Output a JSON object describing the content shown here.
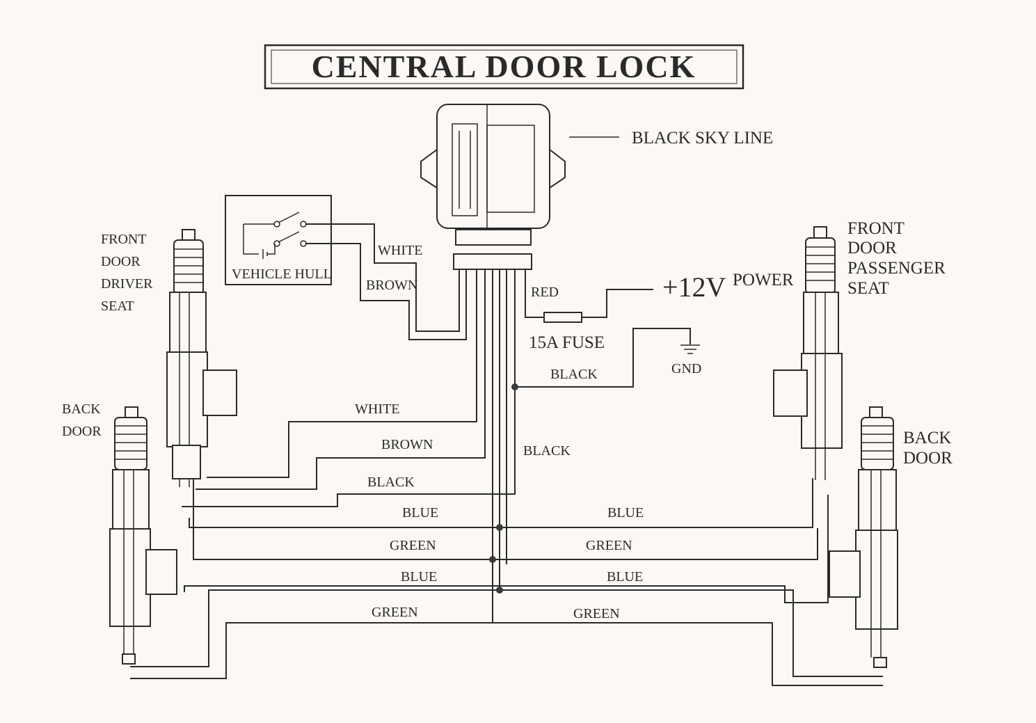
{
  "title": "CENTRAL DOOR LOCK",
  "control_unit": {
    "label": "BLACK SKY LINE"
  },
  "switch_box": {
    "label": "VEHICLE HULL"
  },
  "power": {
    "voltage": "+12V",
    "label": "POWER",
    "fuse": "15A FUSE",
    "ground": "GND"
  },
  "doors": {
    "front_driver": [
      "FRONT",
      "DOOR",
      "DRIVER",
      "SEAT"
    ],
    "front_passenger": [
      "FRONT",
      "DOOR",
      "PASSENGER",
      "SEAT"
    ],
    "back_left": [
      "BACK",
      "DOOR"
    ],
    "back_right": [
      "BACK",
      "DOOR"
    ]
  },
  "wires": {
    "switch_white": "WHITE",
    "switch_brown": "BROWN",
    "red": "RED",
    "black_gnd": "BLACK",
    "driver_white": "WHITE",
    "driver_brown": "BROWN",
    "driver_black": "BLACK",
    "trunk_black": "BLACK",
    "blue1_left": "BLUE",
    "blue1_right": "BLUE",
    "green1_left": "GREEN",
    "green1_right": "GREEN",
    "blue2_left": "BLUE",
    "blue2_right": "BLUE",
    "green2_left": "GREEN",
    "green2_right": "GREEN"
  }
}
